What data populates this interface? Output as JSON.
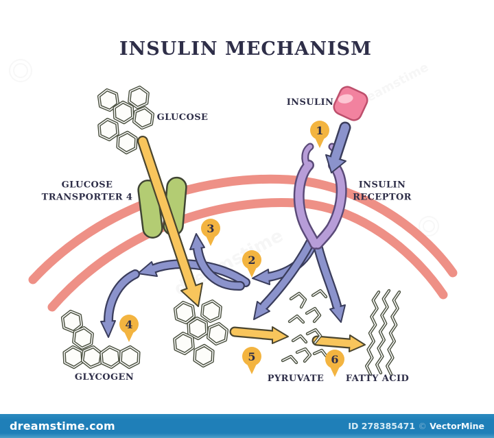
{
  "title": "INSULIN MECHANISM",
  "labels": {
    "glucose": "GLUCOSE",
    "insulin": "INSULIN",
    "insulin_receptor_line1": "INSULIN",
    "insulin_receptor_line2": "RECEPTOR",
    "transporter_line1": "GLUCOSE",
    "transporter_line2": "TRANSPORTER 4",
    "glycogen": "GLYCOGEN",
    "pyruvate": "PYRUVATE",
    "fatty_acid": "FATTY ACID"
  },
  "steps": [
    "1",
    "2",
    "3",
    "4",
    "5",
    "6"
  ],
  "watermark": {
    "brand": "dreamstime",
    "site": "dreamstime.com",
    "image_id": "ID 278385471",
    "copyright": "©",
    "author": "VectorMine"
  },
  "colors": {
    "membrane": "#ee9086",
    "arrow_purple": "#8b93cc",
    "arrow_yellow": "#f8c55c",
    "badge": "#f3b440",
    "transporter": "#b3cc73",
    "receptor": "#b79dd8",
    "insulin_fill": "#f2829f",
    "insulin_stroke": "#bd4f6c",
    "outline_dark": "#3a3d5c",
    "molecule_outline": "#4a503f",
    "text": "#2e2e48",
    "footer_bg": "#1f7fb8"
  }
}
